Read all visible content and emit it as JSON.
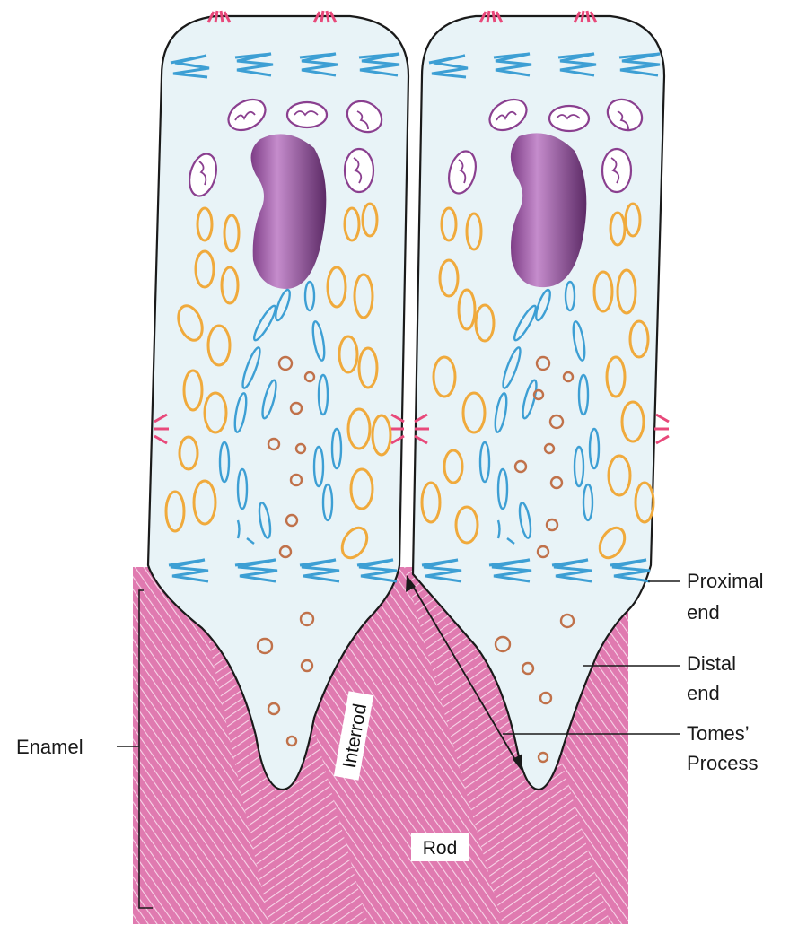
{
  "labels": {
    "proximal_line1": "Proximal",
    "proximal_line2": "end",
    "distal_line1": "Distal",
    "distal_line2": "end",
    "tomes_line1": "Tomes’",
    "tomes_line2": "Process",
    "enamel": "Enamel",
    "interrod": "Interrod",
    "rod": "Rod"
  },
  "colors": {
    "enamel": "#e07ab0",
    "enamel_stripe": "#f7d6e8",
    "cell_fill": "#e8f3f7",
    "cell_outline": "#1a1a1a",
    "nucleus": "#9a4ea0",
    "mitochondria": "#8a3f8f",
    "golgi_rer": "#f0aa3c",
    "er_lines": "#3d9fd4",
    "vesicles": "#c0714a",
    "junctions": "#e8487a",
    "terminal_web": "#3d9fd4"
  }
}
